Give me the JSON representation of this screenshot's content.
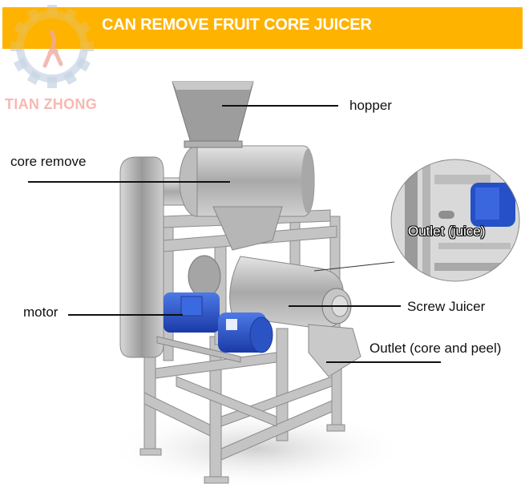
{
  "banner": {
    "title": "CAN REMOVE FRUIT CORE JUICER",
    "background_color": "#fdb300",
    "text_color": "#ffffff"
  },
  "logo": {
    "text": "TIAN ZHONG",
    "icon": "gear-icon"
  },
  "labels": {
    "hopper": "hopper",
    "core_remove": "core remove",
    "outlet_juice": "Outlet (juice)",
    "motor": "motor",
    "screw_juicer": "Screw Juicer",
    "outlet_core_peel": "Outlet (core and peel)"
  },
  "colors": {
    "steel": "#b9b9b9",
    "motor_blue": "#2350c8",
    "label_text": "#111111",
    "logo_text": "#f7b8b2"
  }
}
